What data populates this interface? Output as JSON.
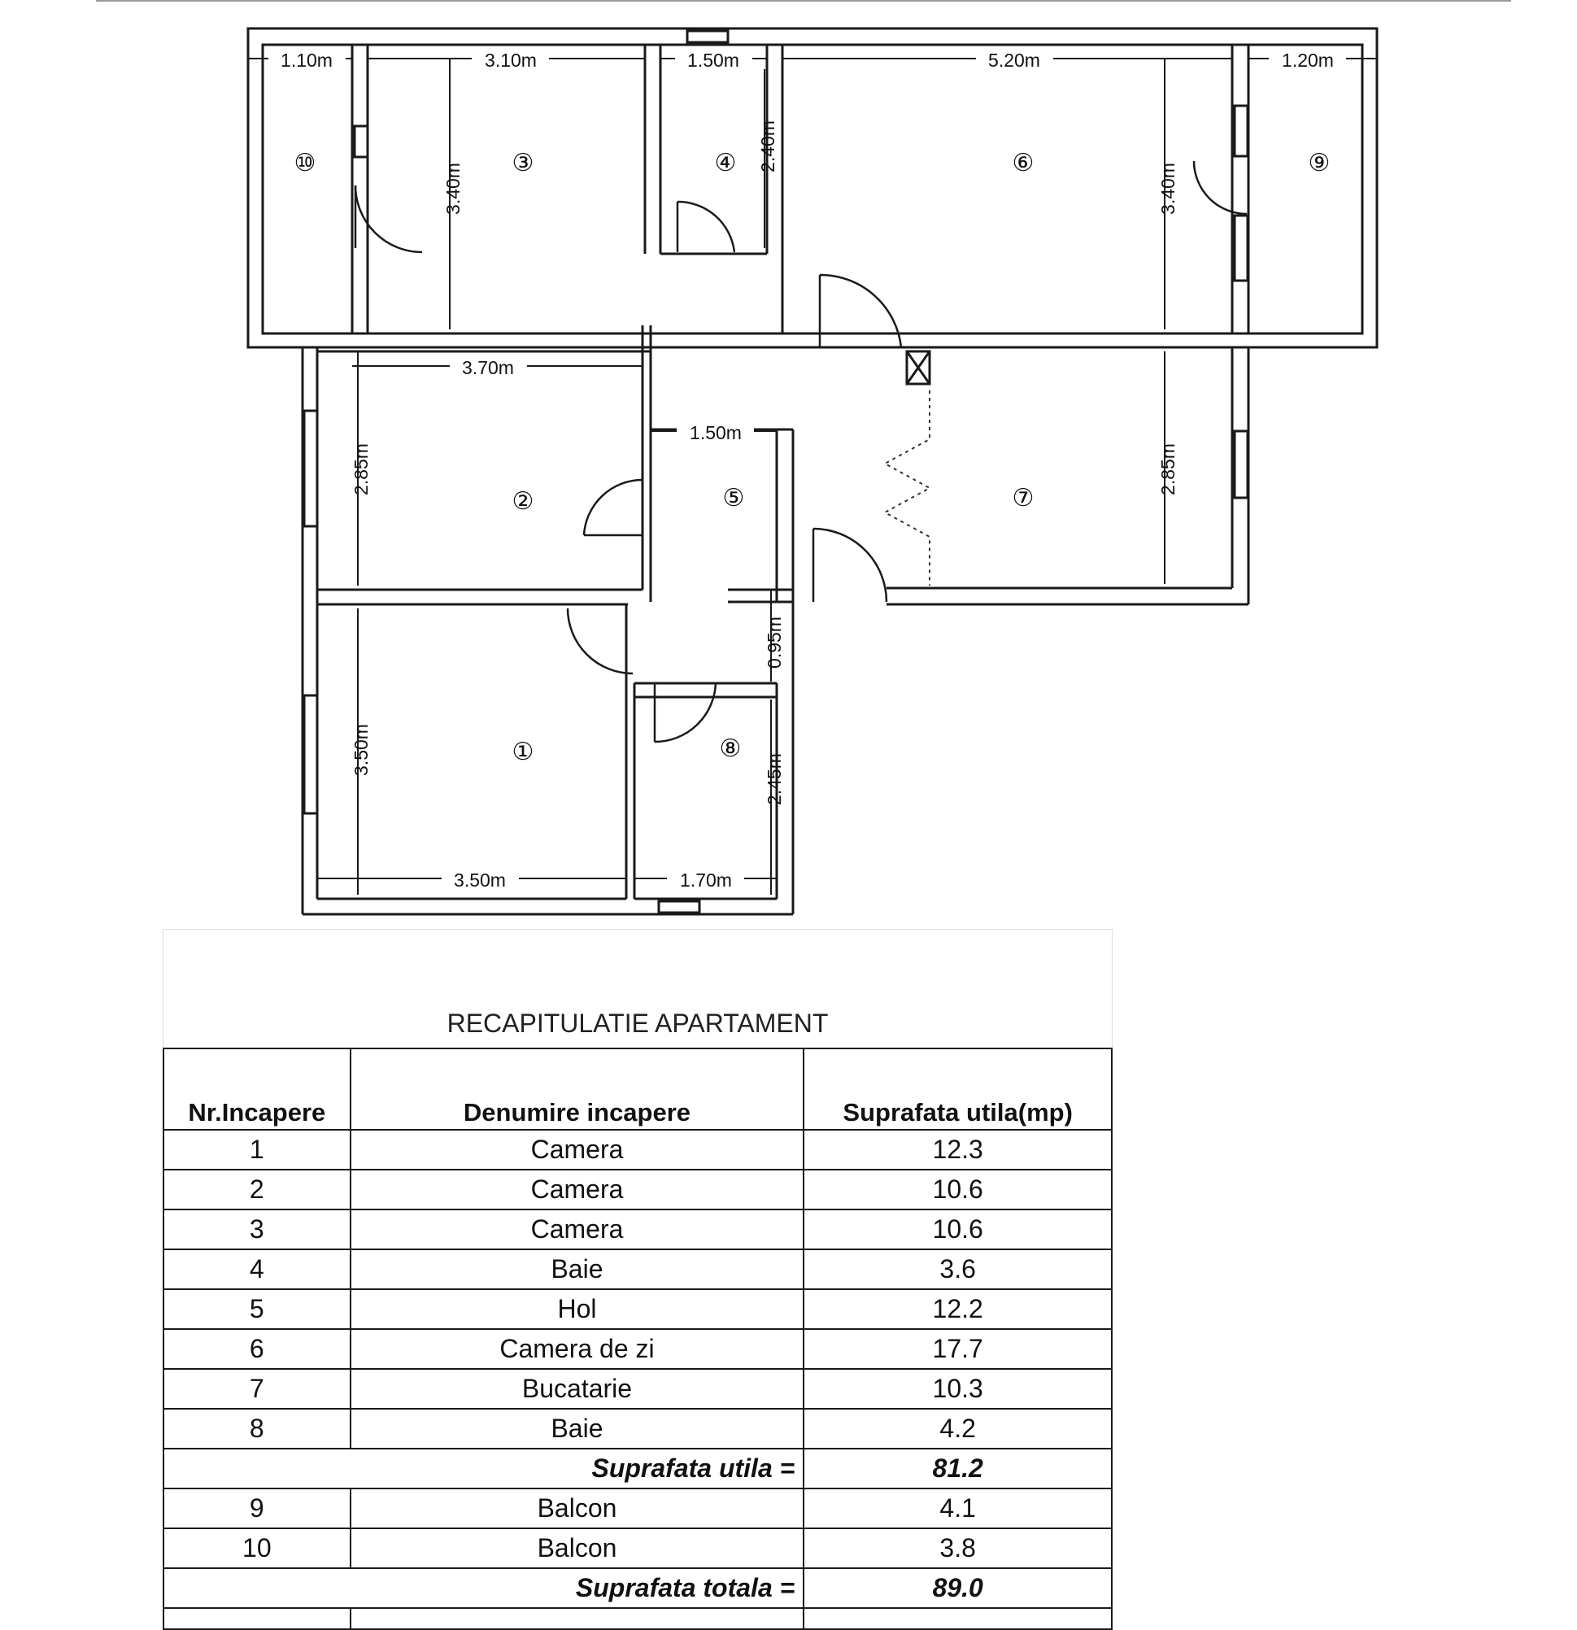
{
  "plan": {
    "dimensions": {
      "d10_w": "1.10m",
      "d3_w": "3.10m",
      "d4_w": "1.50m",
      "d6_w": "5.20m",
      "d9_w": "1.20m",
      "d3_h": "3.40m",
      "d4_h": "2.40m",
      "d6_h": "3.40m",
      "d2_w": "3.70m",
      "d2_h": "2.85m",
      "d5_w": "1.50m",
      "d7_h": "2.85m",
      "d_hall_h": "0.95m",
      "d1_h": "3.50m",
      "d1_w": "3.50m",
      "d8_w": "1.70m",
      "d8_h": "2.45m"
    },
    "room_numbers": [
      "①",
      "②",
      "③",
      "④",
      "⑤",
      "⑥",
      "⑦",
      "⑧",
      "⑨",
      "⑩"
    ]
  },
  "summary": {
    "title": "RECAPITULATIE APARTAMENT",
    "headers": [
      "Nr.Incapere",
      "Denumire incapere",
      "Suprafata utila(mp)"
    ],
    "rows": [
      {
        "nr": "1",
        "name": "Camera",
        "area": "12.3"
      },
      {
        "nr": "2",
        "name": "Camera",
        "area": "10.6"
      },
      {
        "nr": "3",
        "name": "Camera",
        "area": "10.6"
      },
      {
        "nr": "4",
        "name": "Baie",
        "area": "3.6"
      },
      {
        "nr": "5",
        "name": "Hol",
        "area": "12.2"
      },
      {
        "nr": "6",
        "name": "Camera de zi",
        "area": "17.7"
      },
      {
        "nr": "7",
        "name": "Bucatarie",
        "area": "10.3"
      },
      {
        "nr": "8",
        "name": "Baie",
        "area": "4.2"
      }
    ],
    "useful_label": "Suprafata utila =",
    "useful_value": "81.2",
    "balcony_rows": [
      {
        "nr": "9",
        "name": "Balcon",
        "area": "4.1"
      },
      {
        "nr": "10",
        "name": "Balcon",
        "area": "3.8"
      }
    ],
    "total_label": "Suprafata totala =",
    "total_value": "89.0"
  }
}
